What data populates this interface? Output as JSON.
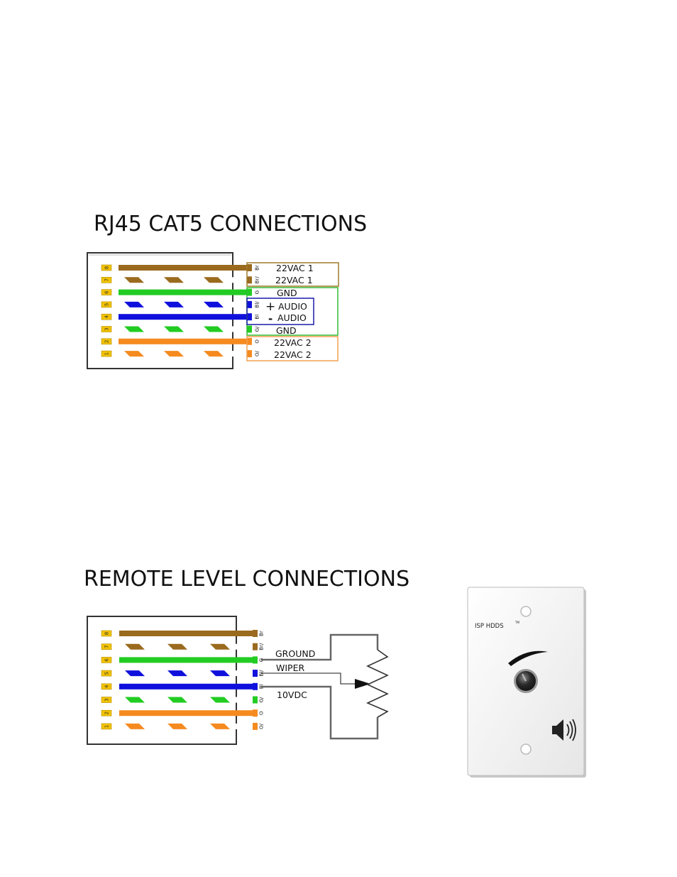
{
  "rj45": {
    "title": "RJ45 CAT5 CONNECTIONS",
    "wires": [
      {
        "pin": "8",
        "code": "Br",
        "color": "#9a6a1e",
        "striped": false,
        "label": "22VAC 1"
      },
      {
        "pin": "7",
        "code": "Br/",
        "color": "#9a6a1e",
        "striped": true,
        "label": "22VAC 1"
      },
      {
        "pin": "6",
        "code": "G",
        "color": "#22cc22",
        "striped": false,
        "label": "GND"
      },
      {
        "pin": "5",
        "code": "Bl/",
        "color": "#1010dd",
        "striped": true,
        "label": "AUDIO"
      },
      {
        "pin": "4",
        "code": "Bl",
        "color": "#1010dd",
        "striped": false,
        "label": "AUDIO"
      },
      {
        "pin": "3",
        "code": "G/",
        "color": "#22cc22",
        "striped": true,
        "label": "GND"
      },
      {
        "pin": "2",
        "code": "O",
        "color": "#f58a1f",
        "striped": false,
        "label": "22VAC 2"
      },
      {
        "pin": "1",
        "code": "O/",
        "color": "#f58a1f",
        "striped": true,
        "label": "22VAC 2"
      }
    ],
    "audio_plus": "+",
    "audio_minus": "-",
    "group_colors": {
      "vac1": "#a07a2a",
      "gnd": "#33bb33",
      "audio": "#1a1aaa",
      "vac2": "#f0a050"
    }
  },
  "remote": {
    "title": "REMOTE LEVEL CONNECTIONS",
    "wires": [
      {
        "pin": "8",
        "code": "Br",
        "color": "#9a6a1e",
        "striped": false
      },
      {
        "pin": "7",
        "code": "Br/",
        "color": "#9a6a1e",
        "striped": true
      },
      {
        "pin": "6",
        "code": "G",
        "color": "#22cc22",
        "striped": false
      },
      {
        "pin": "5",
        "code": "Bl/",
        "color": "#1010dd",
        "striped": true
      },
      {
        "pin": "4",
        "code": "Bl",
        "color": "#1010dd",
        "striped": false
      },
      {
        "pin": "3",
        "code": "G/",
        "color": "#22cc22",
        "striped": true
      },
      {
        "pin": "2",
        "code": "O",
        "color": "#f58a1f",
        "striped": false
      },
      {
        "pin": "1",
        "code": "O/",
        "color": "#f58a1f",
        "striped": true
      }
    ],
    "labels": {
      "ground": "GROUND",
      "wiper": "WIPER",
      "vdc": "10VDC"
    }
  },
  "panel": {
    "brand": "ISP HDDS",
    "trademark": "TM",
    "icons": [
      "volume-knob-icon",
      "speaker-icon"
    ]
  }
}
